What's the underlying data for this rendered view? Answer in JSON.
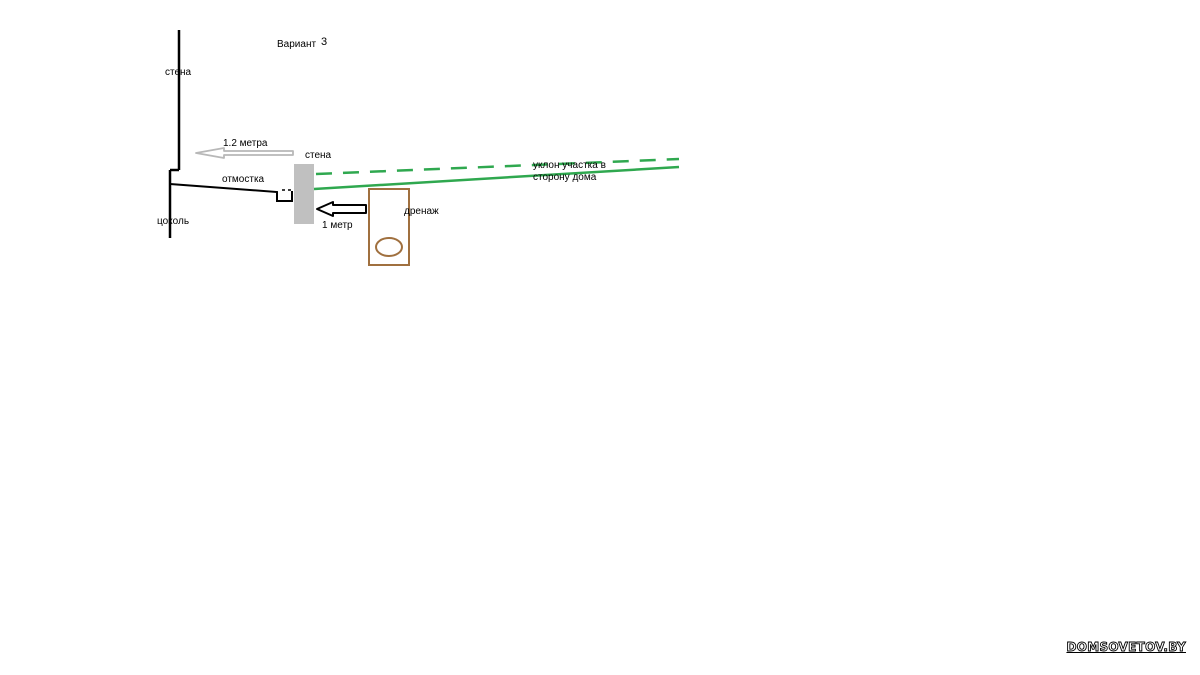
{
  "title": {
    "text": "Вариант",
    "number": "3"
  },
  "labels": {
    "wall_left": "стена",
    "plinth": "цоколь",
    "blind_area": "отмостка",
    "distance_blind_area": "1.2 метра",
    "wall_right": "стена",
    "distance_wall": "1 метр",
    "drainage": "дренаж",
    "slope_line1": "уклон участка в",
    "slope_line2": "сторону дома"
  },
  "colors": {
    "ground_slope": "#2fa84f",
    "drainage_box": "#a0703f",
    "retaining_wall": "#c0c0c0",
    "arrow_outline_gray": "#b8b8b8",
    "lines": "#000000"
  },
  "watermark": "DOMSOVETOV.BY"
}
